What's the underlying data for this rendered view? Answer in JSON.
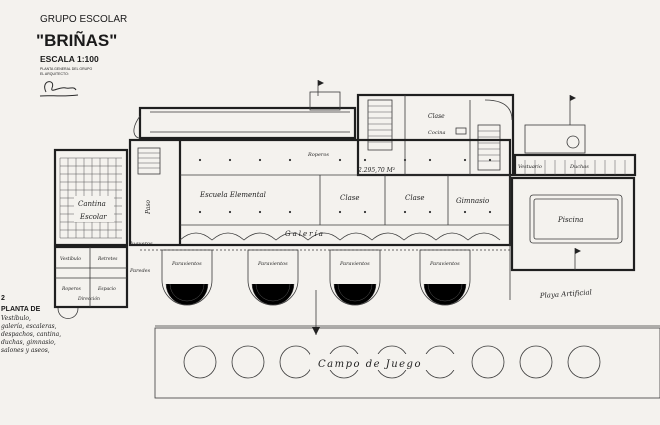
{
  "title_block": {
    "line1": "GRUPO ESCOLAR",
    "name_prefix": "\"",
    "name": "BRIÑAS",
    "name_suffix": "\"",
    "scale": "ESCALA 1:100",
    "small_line1": "PLANTA GENERAL DEL GRUPO",
    "small_line2": "EL ARQUITECTO:"
  },
  "legend": {
    "heading": "PLANTA DE",
    "lines": [
      "Vestíbulo,",
      "galería, escaleras,",
      "despachos, cantina,",
      "duchas, gimnasio,",
      "salones y aseos,"
    ]
  },
  "rooms": {
    "cantina": "Cantina",
    "escolar": "Escolar",
    "escuela_elemental": "Escuela Elemental",
    "clase1": "Clase",
    "clase2": "Clase",
    "gimnasio": "Gimnasio",
    "galeria": "Galería",
    "clase_cocina": "Clase",
    "cocina": "Cocina",
    "roperos": "Roperos",
    "vestuario": "Vestuario",
    "duchas": "Duchas",
    "piscina": "Piscina",
    "patio1": "Paravientos",
    "patio2": "Paravientos",
    "patio3": "Paravientos",
    "patio4": "Paravientos",
    "playa": "Playa Artificial",
    "campo": "Campo de Juego",
    "paso": "Paso",
    "jugueros": "Jugueros",
    "paredes": "Paredes",
    "retretes": "Retretes",
    "roperos2": "Roperos",
    "vestibulo": "Vestíbulo",
    "direccion": "Dirección",
    "espacio": "Espacio"
  },
  "dimension_note": "2.295,70 M²"
}
